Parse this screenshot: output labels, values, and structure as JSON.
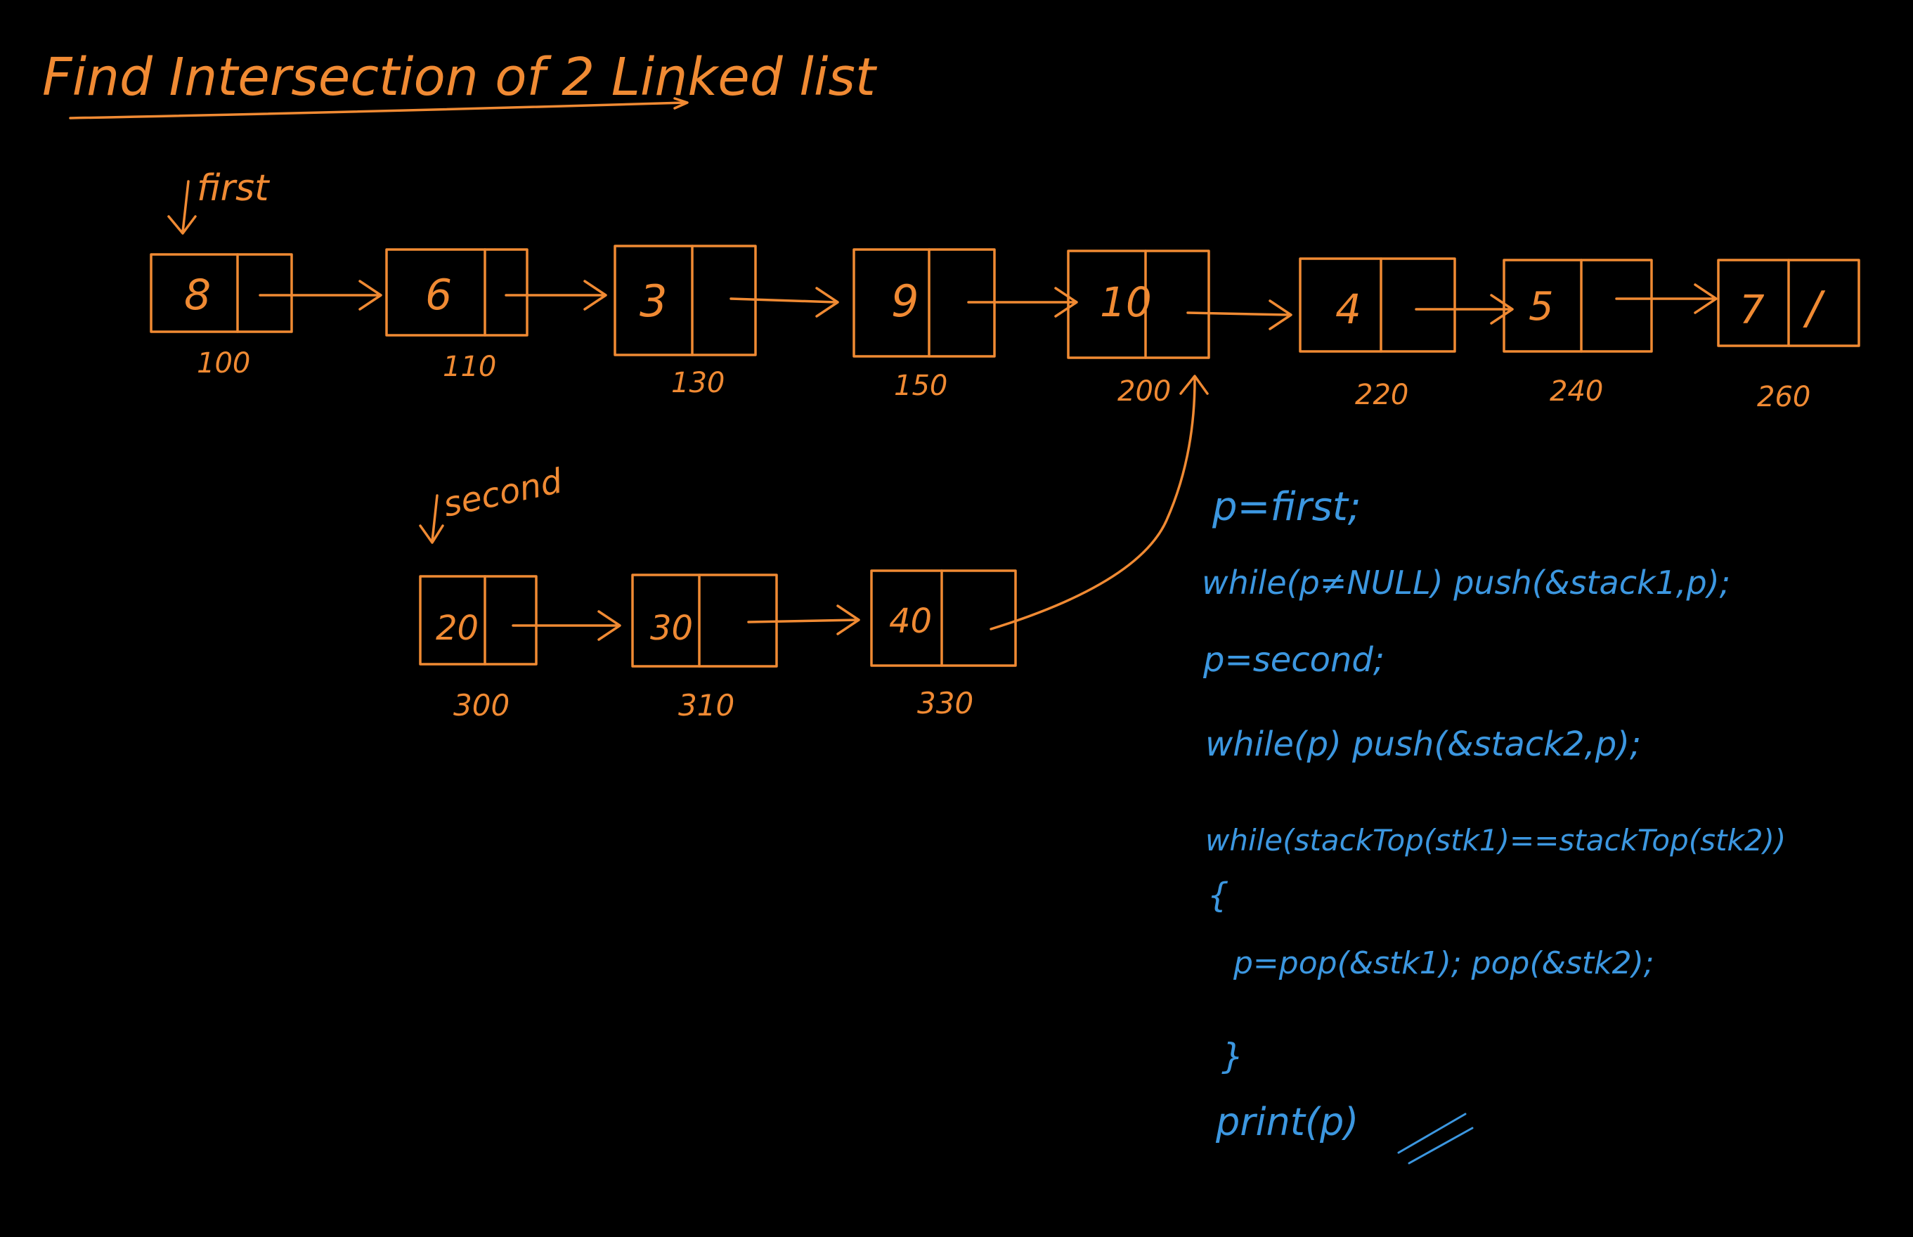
{
  "title": "Find Intersection of 2 Linked list",
  "pointers": {
    "first": "first",
    "second": "second"
  },
  "list1": [
    {
      "value": "8",
      "address": "100"
    },
    {
      "value": "6",
      "address": "110"
    },
    {
      "value": "3",
      "address": "130"
    },
    {
      "value": "9",
      "address": "150"
    },
    {
      "value": "10",
      "address": "200"
    },
    {
      "value": "4",
      "address": "220"
    },
    {
      "value": "5",
      "address": "240"
    },
    {
      "value": "7",
      "address": "260",
      "next": "/"
    }
  ],
  "list2": [
    {
      "value": "20",
      "address": "300"
    },
    {
      "value": "30",
      "address": "310"
    },
    {
      "value": "40",
      "address": "330"
    }
  ],
  "code": [
    "p=first;",
    "while(p≠NULL) push(&stack1,p);",
    "p=second;",
    "while(p) push(&stack2,p);",
    "while(stackTop(stk1)==stackTop(stk2))",
    "{",
    "p=pop(&stk1); pop(&stk2);",
    "}",
    "print(p)"
  ],
  "colors": {
    "background": "#000000",
    "diagram": "#f08a33",
    "code": "#3c97e0"
  }
}
